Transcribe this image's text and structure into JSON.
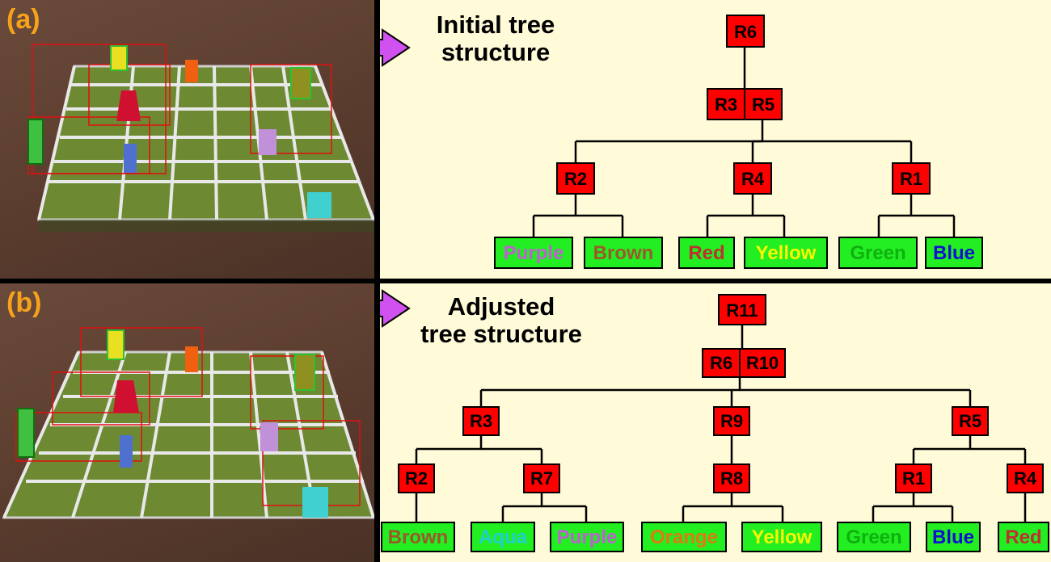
{
  "panel_a": {
    "label": "(a)",
    "caption_line1": "Initial tree structure",
    "caption_line2": "",
    "nodes": {
      "root": "R6",
      "left_pair": "R3",
      "right_pair": "R5",
      "n_r2": "R2",
      "n_r4": "R4",
      "n_r1": "R1"
    },
    "leaves": [
      {
        "id": "purple",
        "text": "Purple",
        "color": "#c060d0"
      },
      {
        "id": "brown",
        "text": "Brown",
        "color": "#9a5a2a"
      },
      {
        "id": "red",
        "text": "Red",
        "color": "#c03030"
      },
      {
        "id": "yellow",
        "text": "Yellow",
        "color": "#f8f800"
      },
      {
        "id": "green",
        "text": "Green",
        "color": "#10b010"
      },
      {
        "id": "blue",
        "text": "Blue",
        "color": "#1010d0"
      }
    ]
  },
  "panel_b": {
    "label": "(b)",
    "caption_line1": "Adjusted",
    "caption_line2": "tree structure",
    "nodes": {
      "root": "R11",
      "left_pair": "R6",
      "right_pair": "R10",
      "n_r3": "R3",
      "n_r9": "R9",
      "n_r5": "R5",
      "n_r2": "R2",
      "n_r7": "R7",
      "n_r8": "R8",
      "n_r1": "R1",
      "n_r4": "R4"
    },
    "leaves": [
      {
        "id": "brown",
        "text": "Brown",
        "color": "#9a5a2a"
      },
      {
        "id": "aqua",
        "text": "Aqua",
        "color": "#20d0d0"
      },
      {
        "id": "purple",
        "text": "Purple",
        "color": "#c060d0"
      },
      {
        "id": "orange",
        "text": "Orange",
        "color": "#e07a10"
      },
      {
        "id": "yellow",
        "text": "Yellow",
        "color": "#f8f800"
      },
      {
        "id": "green",
        "text": "Green",
        "color": "#10b010"
      },
      {
        "id": "blue",
        "text": "Blue",
        "color": "#1010d0"
      },
      {
        "id": "red",
        "text": "Red",
        "color": "#c03030"
      }
    ]
  },
  "colors": {
    "node_fill": "#ff0000",
    "leaf_fill": "#22ee22",
    "arrow": "#d050f0",
    "background": "#fffbd8",
    "label": "#f7a21b"
  }
}
